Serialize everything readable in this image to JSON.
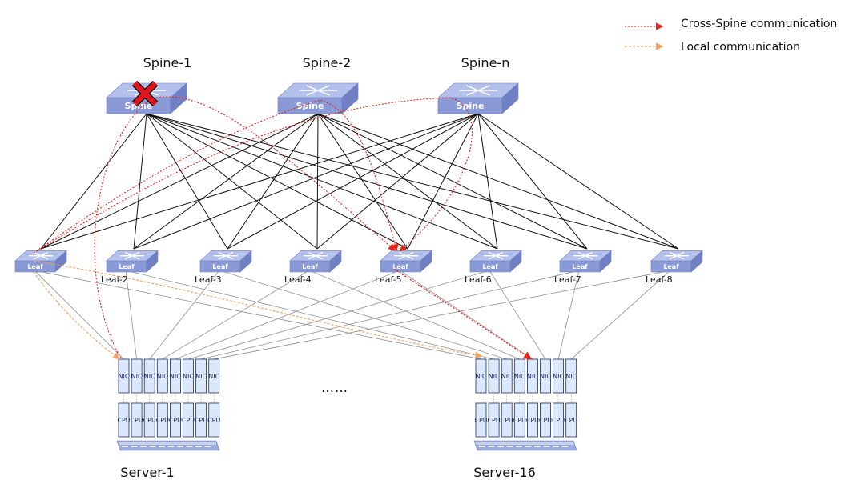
{
  "legend": {
    "cross_spine": "Cross-Spine communication",
    "local": "Local communication"
  },
  "colors": {
    "cross_spine": "#e8251b",
    "local": "#f0a060",
    "spine_face": "#8a9ad6",
    "box_fill": "#dbe8fb",
    "mesh_spine": "#111111",
    "mesh_server": "#9a9a9a"
  },
  "spines": [
    {
      "label": "Spine-1",
      "icon_text": "Spine",
      "failed": true
    },
    {
      "label": "Spine-2",
      "icon_text": "Spine",
      "failed": false
    },
    {
      "label": "Spine-n",
      "icon_text": "Spine",
      "failed": false
    }
  ],
  "leaves": [
    {
      "label": "",
      "icon_text": "Leaf"
    },
    {
      "label": "Leaf-2",
      "icon_text": "Leaf"
    },
    {
      "label": "Leaf-3",
      "icon_text": "Leaf"
    },
    {
      "label": "Leaf-4",
      "icon_text": "Leaf"
    },
    {
      "label": "Leaf-5",
      "icon_text": "Leaf"
    },
    {
      "label": "Leaf-6",
      "icon_text": "Leaf"
    },
    {
      "label": "Leaf-7",
      "icon_text": "Leaf"
    },
    {
      "label": "Leaf-8",
      "icon_text": "Leaf"
    }
  ],
  "servers": [
    {
      "label": "Server-1"
    },
    {
      "label": "Server-16"
    }
  ],
  "nic_label": "NIC",
  "cpu_label": "CPU",
  "ellipsis": "……"
}
